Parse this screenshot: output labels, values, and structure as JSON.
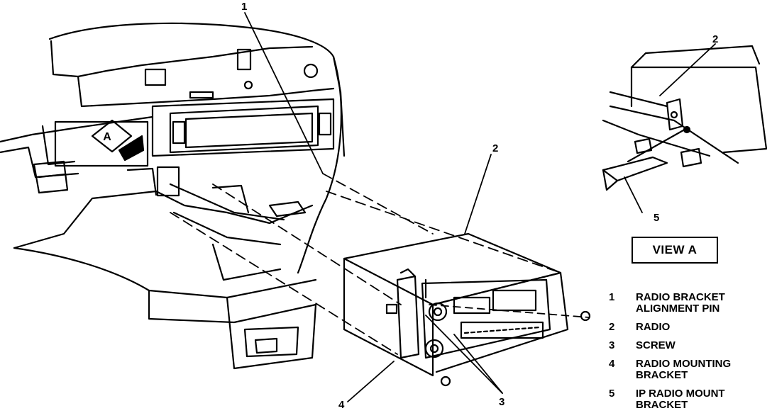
{
  "callouts": {
    "c1": "1",
    "c2_main": "2",
    "c2_view": "2",
    "c3": "3",
    "c4": "4",
    "c5": "5"
  },
  "view_label": "VIEW A",
  "view_marker": "A",
  "legend": [
    {
      "num": "1",
      "label": "RADIO BRACKET ALIGNMENT PIN"
    },
    {
      "num": "2",
      "label": "RADIO"
    },
    {
      "num": "3",
      "label": "SCREW"
    },
    {
      "num": "4",
      "label": "RADIO MOUNTING BRACKET"
    },
    {
      "num": "5",
      "label": "IP RADIO MOUNT BRACKET"
    }
  ]
}
